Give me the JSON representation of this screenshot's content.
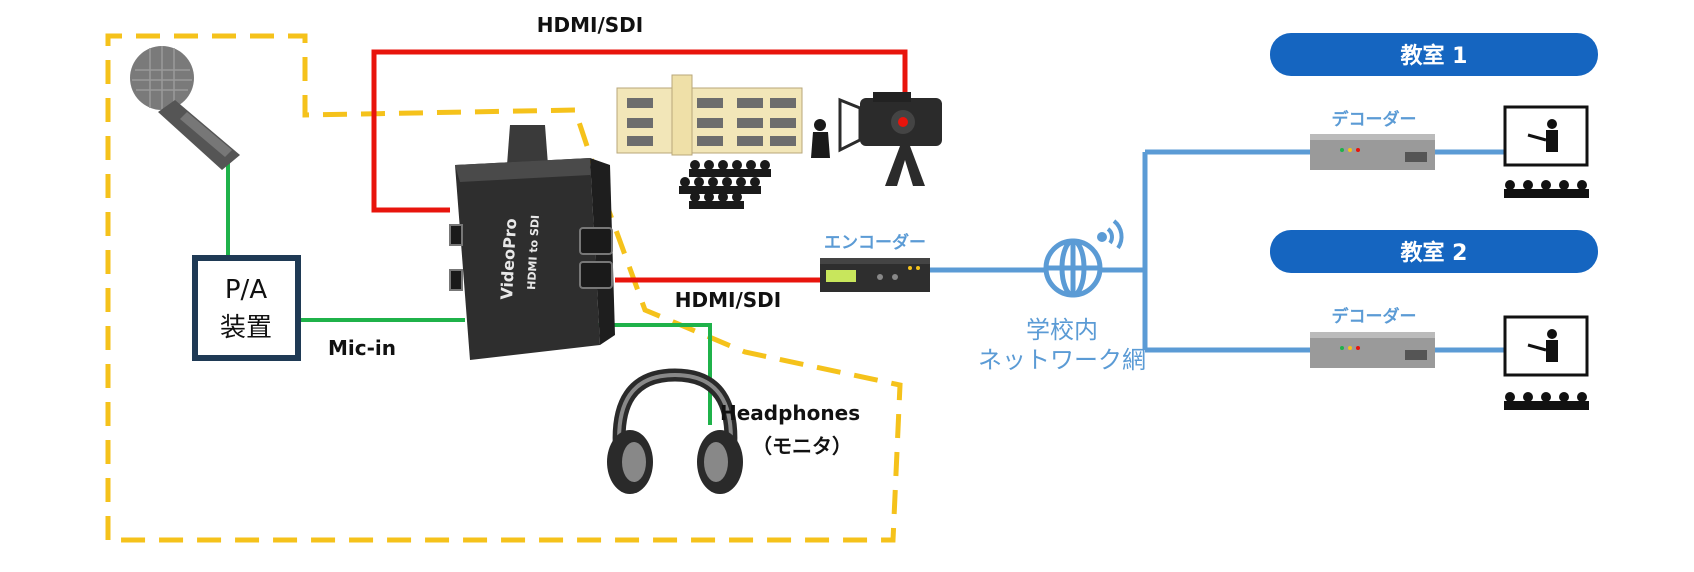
{
  "labels": {
    "hdmi_sdi_top": "HDMI/SDI",
    "hdmi_sdi_mid": "HDMI/SDI",
    "mic_in": "Mic-in",
    "headphones": "Headphones",
    "monitor": "（モニタ）",
    "pa_line1": "P/A",
    "pa_line2": "装置",
    "encoder": "エンコーダー",
    "decoder1": "デコーダー",
    "decoder2": "デコーダー",
    "network_line1": "学校内",
    "network_line2": "ネットワーク網",
    "classroom1": "教室 1",
    "classroom2": "教室 2",
    "device_brand": "VideoPro",
    "device_model": "HDMI to SDI"
  },
  "colors": {
    "hdmi_line": "#e8140c",
    "audio_line": "#1fb24a",
    "network_line": "#5b9bd5",
    "boundary_dash": "#f5c21b",
    "pill": "#1565c0",
    "pa_border": "#1f3a55"
  },
  "icons": [
    "microphone-icon",
    "school-building-icon",
    "audience-icon",
    "video-camera-icon",
    "headphones-icon",
    "globe-network-icon",
    "wifi-signal-icon",
    "lecturer-screen-icon"
  ]
}
